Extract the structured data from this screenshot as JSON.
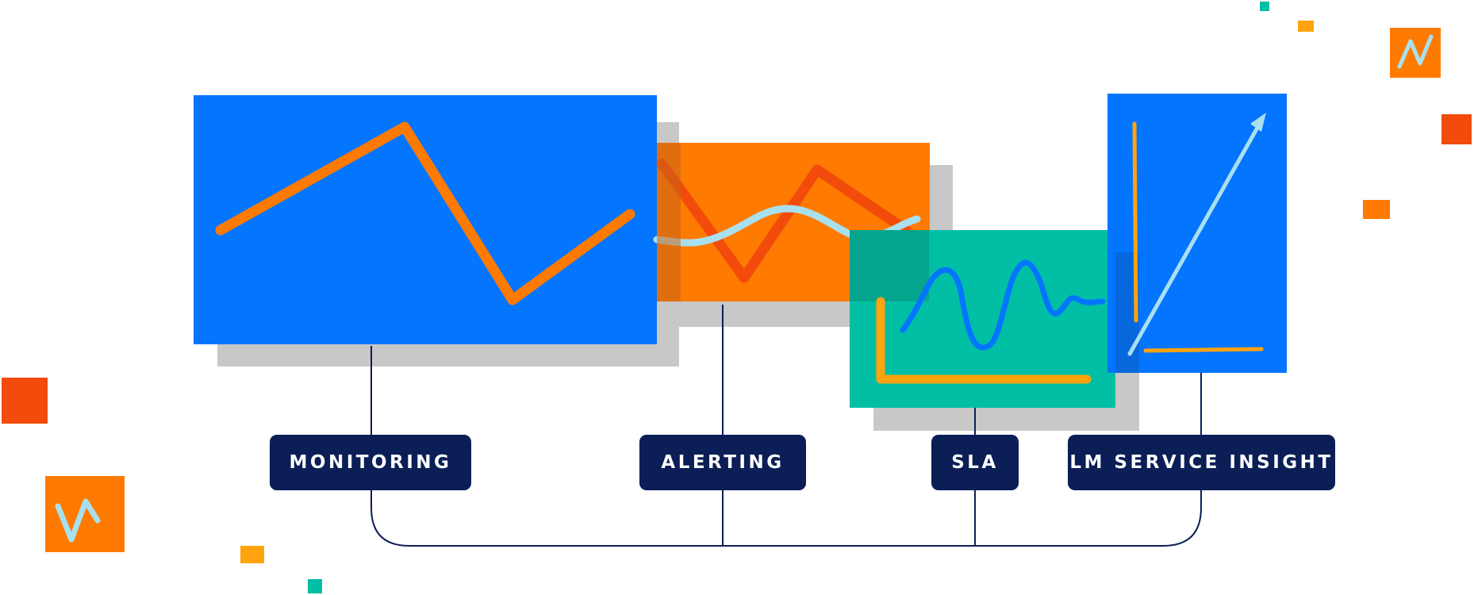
{
  "labels": {
    "monitoring": "MONITORING",
    "alerting": "ALERTING",
    "sla": "SLA",
    "service_insight": "LM SERVICE INSIGHT"
  },
  "colors": {
    "blue": "#0475ff",
    "orange": "#ff7a00",
    "teal": "#00bfa5",
    "shadow": "#c8c8c8",
    "navy": "#0b1e56",
    "red_orange": "#f24b0c",
    "yellow": "#ffa30f",
    "light_blue": "#a8e0f0"
  },
  "icons": {
    "monitoring_panel": "line-chart-icon",
    "alerting_panel": "alert-chart-icon",
    "sla_panel": "wave-chart-icon",
    "insight_panel": "trend-arrow-chart-icon"
  }
}
